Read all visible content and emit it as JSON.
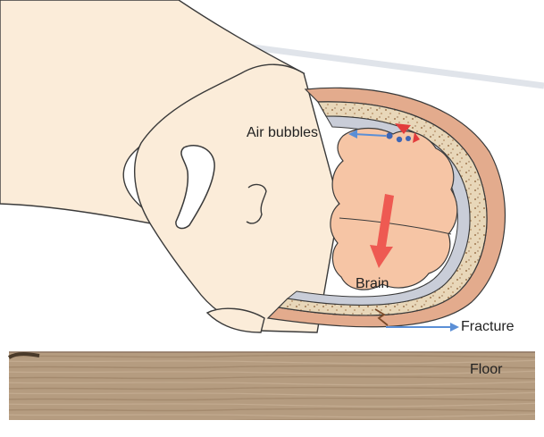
{
  "labels": {
    "air_bubbles": "Air bubbles",
    "brain": "Brain",
    "fracture": "Fracture",
    "floor": "Floor"
  },
  "colors": {
    "skin": "#fbecd9",
    "outline": "#3a3a3a",
    "scalp": "#e3ab8d",
    "skull": "#e8d7b9",
    "dura": "#c9cdd8",
    "brain": "#f6c5a5",
    "force_arrow": "#ee5a52",
    "pointer_arrow": "#5b8fd6",
    "air_bubble": "#3e66b5",
    "blood": "#e23c3c",
    "floor": "#b59c80"
  },
  "icons": [
    "force-arrow",
    "air-bubbles",
    "pointer-arrow"
  ]
}
